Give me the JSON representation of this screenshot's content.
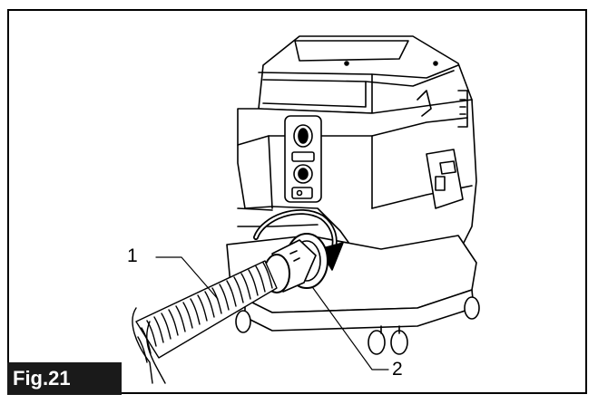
{
  "figure": {
    "label": "Fig.21",
    "callouts": [
      {
        "id": "1",
        "text": "1"
      },
      {
        "id": "2",
        "text": "2"
      }
    ]
  },
  "colors": {
    "ink": "#000000",
    "background": "#ffffff",
    "label_bg": "#1a1a1a",
    "label_text": "#ffffff"
  }
}
